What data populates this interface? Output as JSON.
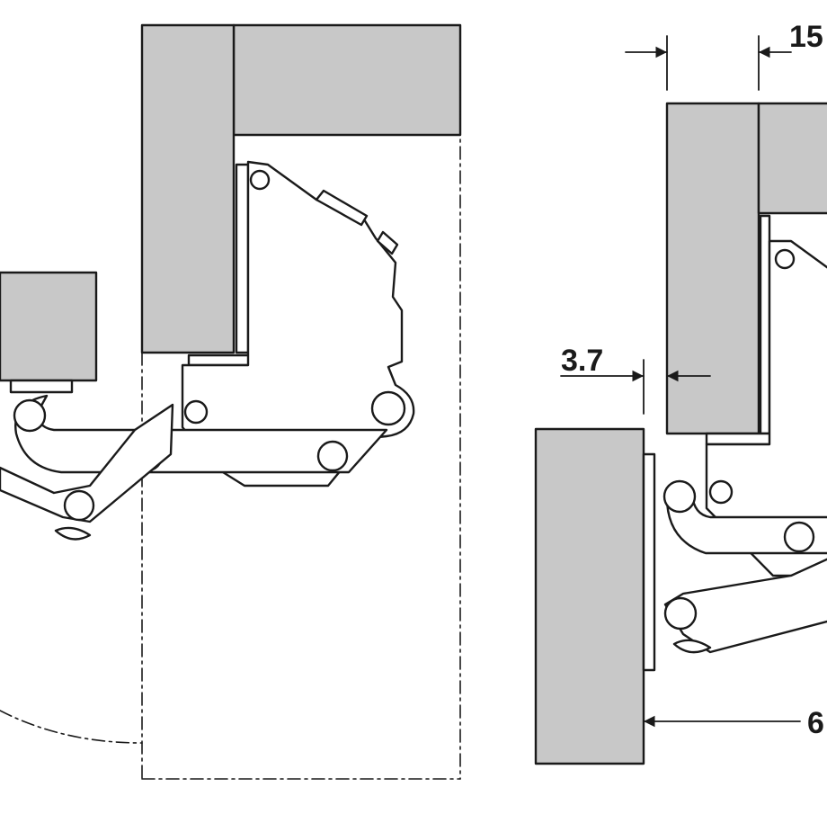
{
  "colors": {
    "panel_fill": "#c8c8c8",
    "line": "#1a1a1a",
    "background": "#ffffff"
  },
  "dimensions": {
    "top_offset": "15",
    "side_gap": "3.7",
    "door_offset": "6"
  }
}
